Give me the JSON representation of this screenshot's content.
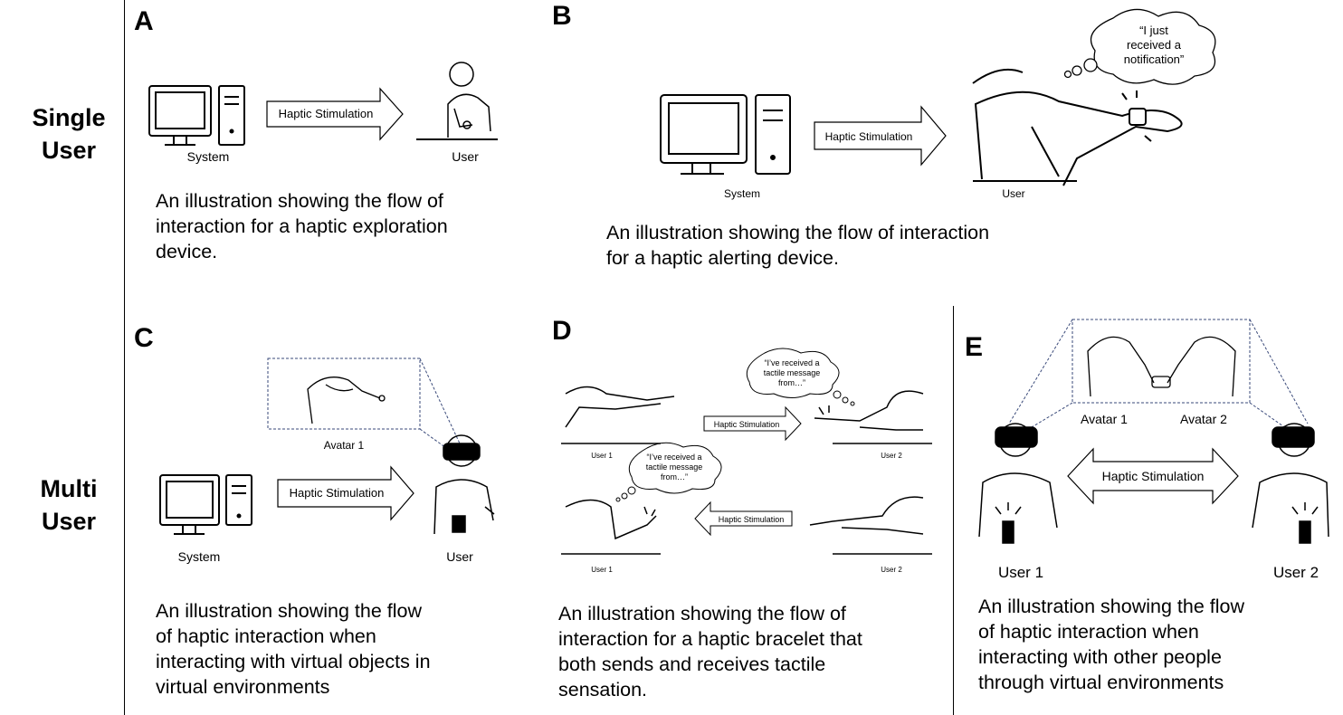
{
  "rows": {
    "single": [
      "Single",
      "User"
    ],
    "multi": [
      "Multi",
      "User"
    ]
  },
  "panels": {
    "A": {
      "letter": "A",
      "arrow_label": "Haptic Stimulation",
      "system_label": "System",
      "user_label": "User",
      "caption": [
        "An illustration showing the flow of",
        "interaction for a haptic exploration",
        "device."
      ]
    },
    "B": {
      "letter": "B",
      "arrow_label": "Haptic Stimulation",
      "system_label": "System",
      "user_label": "User",
      "thought": [
        "“I just",
        "received a",
        "notification”"
      ],
      "caption": [
        "An illustration showing the flow of interaction",
        "for a haptic alerting device."
      ]
    },
    "C": {
      "letter": "C",
      "arrow_label": "Haptic Stimulation",
      "system_label": "System",
      "user_label": "User",
      "avatar_label": "Avatar 1",
      "caption": [
        "An illustration showing the flow",
        "of haptic interaction when",
        "interacting with virtual objects in",
        "virtual environments"
      ]
    },
    "D": {
      "letter": "D",
      "arrow_label": "Haptic Stimulation",
      "thought": [
        "“I’ve received a",
        "tactile message",
        "from…”"
      ],
      "user1": "User 1",
      "user2": "User 2",
      "caption": [
        "An illustration showing the flow of",
        "interaction for a haptic bracelet that",
        "both sends and receives tactile",
        "sensation."
      ]
    },
    "E": {
      "letter": "E",
      "arrow_label": "Haptic Stimulation",
      "avatar1": "Avatar 1",
      "avatar2": "Avatar 2",
      "user1": "User 1",
      "user2": "User 2",
      "caption": [
        "An illustration showing the flow",
        "of haptic interaction when",
        "interacting with other people",
        "through virtual environments"
      ]
    }
  }
}
